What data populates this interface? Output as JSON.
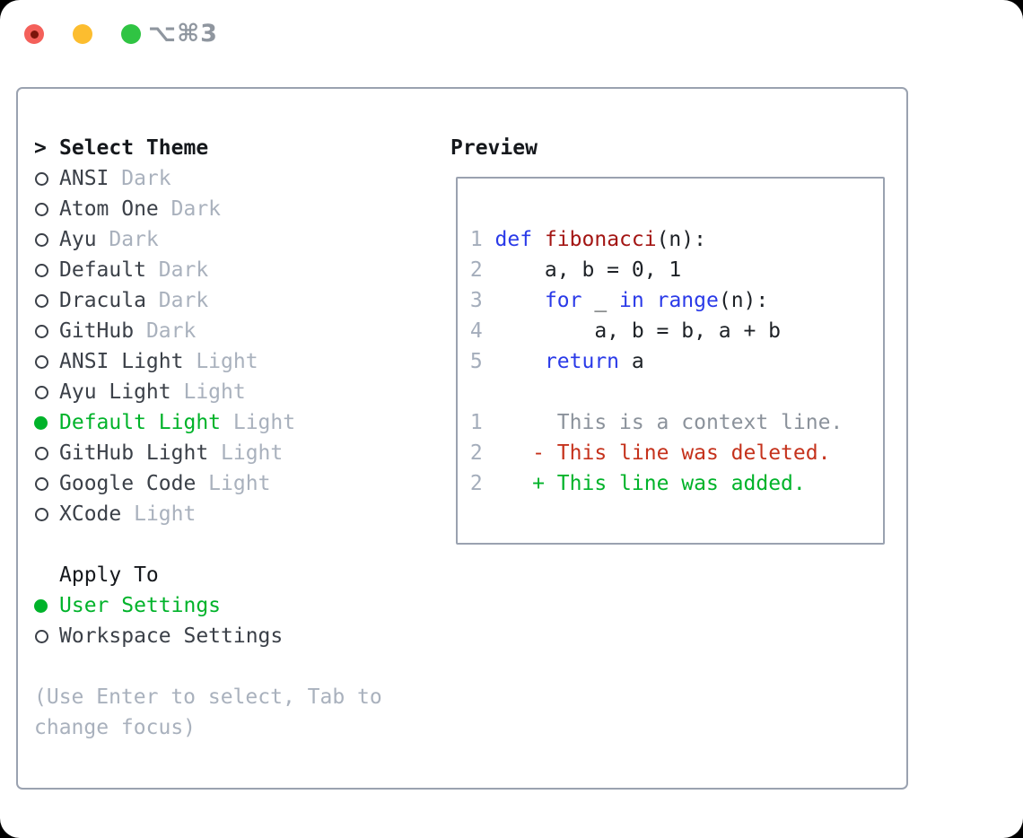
{
  "window": {
    "title_shortcut": "⌥⌘3"
  },
  "traffic_lights": [
    {
      "name": "close",
      "color": "#f4605a"
    },
    {
      "name": "minimize",
      "color": "#fcbd2f"
    },
    {
      "name": "zoom",
      "color": "#30c443"
    }
  ],
  "theme_panel": {
    "prompt": ">",
    "title": "Select Theme",
    "themes": [
      {
        "label": "ANSI",
        "tag": "Dark",
        "selected": false
      },
      {
        "label": "Atom One",
        "tag": "Dark",
        "selected": false
      },
      {
        "label": "Ayu",
        "tag": "Dark",
        "selected": false
      },
      {
        "label": "Default",
        "tag": "Dark",
        "selected": false
      },
      {
        "label": "Dracula",
        "tag": "Dark",
        "selected": false
      },
      {
        "label": "GitHub",
        "tag": "Dark",
        "selected": false
      },
      {
        "label": "ANSI Light",
        "tag": "Light",
        "selected": false
      },
      {
        "label": "Ayu Light",
        "tag": "Light",
        "selected": false
      },
      {
        "label": "Default Light",
        "tag": "Light",
        "selected": true
      },
      {
        "label": "GitHub Light",
        "tag": "Light",
        "selected": false
      },
      {
        "label": "Google Code",
        "tag": "Light",
        "selected": false
      },
      {
        "label": "XCode",
        "tag": "Light",
        "selected": false
      }
    ],
    "apply_to": {
      "title": "Apply To",
      "options": [
        {
          "label": "User Settings",
          "selected": true
        },
        {
          "label": "Workspace Settings",
          "selected": false
        }
      ]
    },
    "hint": "(Use Enter to select, Tab to change focus)"
  },
  "preview": {
    "title": "Preview",
    "lines": [
      {
        "segs": []
      },
      {
        "segs": [
          [
            " 1 ",
            "ln"
          ],
          [
            "def",
            "kw"
          ],
          [
            " ",
            "code"
          ],
          [
            "fibonacci",
            "fn"
          ],
          [
            "(n):",
            "code"
          ]
        ]
      },
      {
        "segs": [
          [
            " 2 ",
            "ln"
          ],
          [
            "    a, b = 0, 1",
            "code"
          ]
        ]
      },
      {
        "segs": [
          [
            " 3 ",
            "ln"
          ],
          [
            "    ",
            "code"
          ],
          [
            "for",
            "kw"
          ],
          [
            " _ ",
            "code"
          ],
          [
            "in",
            "kw"
          ],
          [
            " ",
            "code"
          ],
          [
            "range",
            "kw"
          ],
          [
            "(n):",
            "code"
          ]
        ]
      },
      {
        "segs": [
          [
            " 4 ",
            "ln"
          ],
          [
            "        a, b = b, a + b",
            "code"
          ]
        ]
      },
      {
        "segs": [
          [
            " 5 ",
            "ln"
          ],
          [
            "    ",
            "code"
          ],
          [
            "return",
            "kw"
          ],
          [
            " a",
            "code"
          ]
        ]
      },
      {
        "segs": []
      },
      {
        "segs": [
          [
            " 1 ",
            "ln"
          ],
          [
            "     This is a context line.",
            "ctx"
          ]
        ]
      },
      {
        "segs": [
          [
            " 2 ",
            "ln"
          ],
          [
            "   ",
            "code"
          ],
          [
            "- This line was deleted.",
            "del"
          ]
        ]
      },
      {
        "segs": [
          [
            " 2 ",
            "ln"
          ],
          [
            "   ",
            "code"
          ],
          [
            "+ This line was added.",
            "add"
          ]
        ]
      }
    ]
  },
  "colors": {
    "accent_green": "#00b32a",
    "name_dark": "#3b4048",
    "tag_gray": "#a9b1bd",
    "header_black": "#15181c",
    "hint_gray": "#a9b1bd",
    "panel_border": "#9aa2b0",
    "kw_blue": "#2a3ae8",
    "fn_red": "#a31513",
    "code_black": "#1d2126",
    "ln_gray": "#a4adbb",
    "ctx_gray": "#8b929b",
    "del_red": "#c5321c",
    "add_green": "#00b32a",
    "title_gray": "#8f969f",
    "traffic_red": "#f4605a",
    "traffic_red_dot": "#7c150b",
    "traffic_yellow": "#fcbd2f",
    "traffic_green": "#30c443"
  }
}
